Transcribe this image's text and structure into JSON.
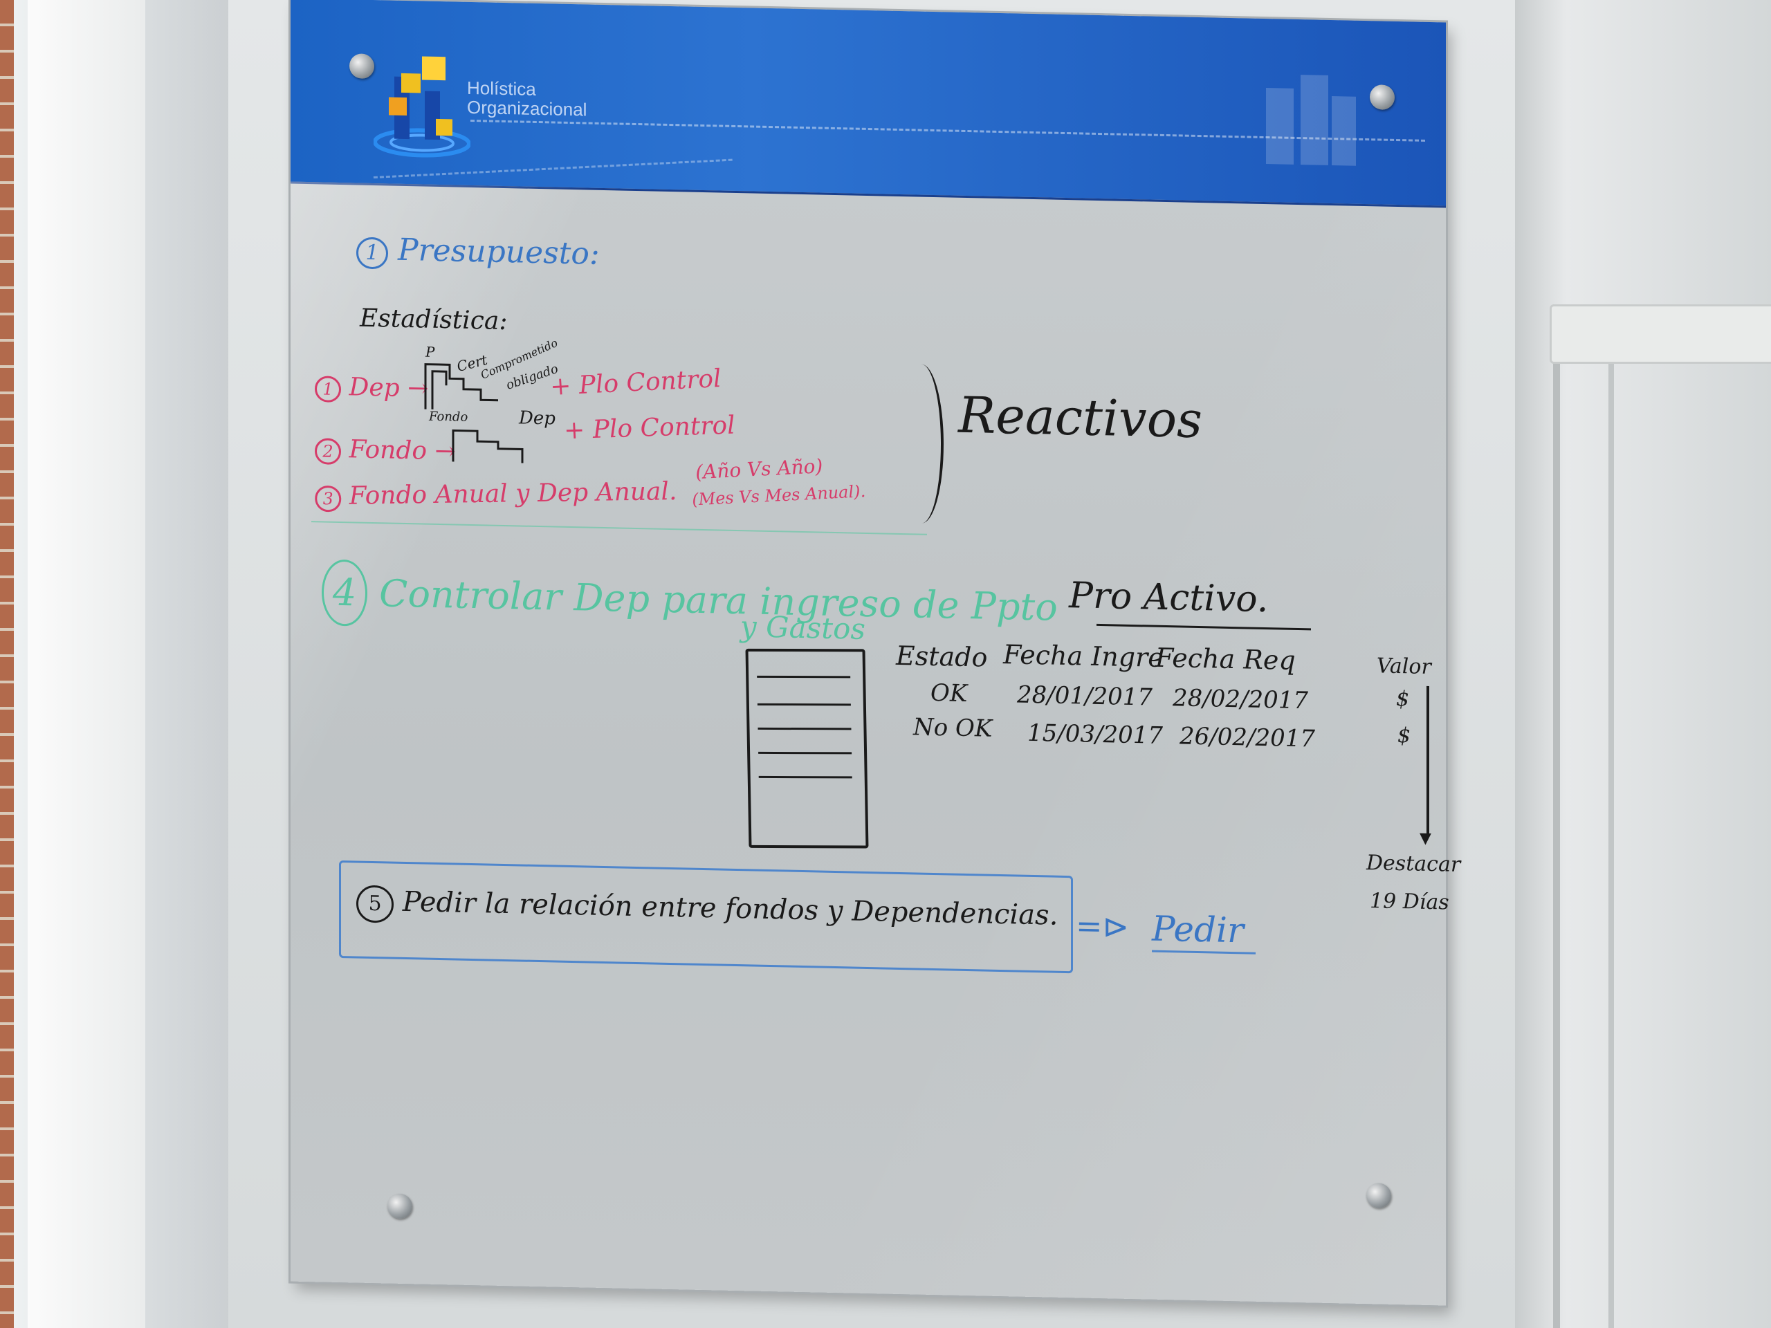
{
  "banner": {
    "logo_line1": "Holística",
    "logo_line2": "Organizacional",
    "colors": {
      "banner": "#1c63c4",
      "logo_yellow": "#f0c020",
      "logo_blue": "#2b6fd0"
    }
  },
  "section1": {
    "number": "1",
    "title": "Presupuesto:",
    "subtitle": "Estadística:",
    "items": [
      {
        "number": "1",
        "text": "Dep →",
        "extra": "+ Plo Control",
        "notes": [
          "P",
          "Cert",
          "Comprometido",
          "obligado"
        ]
      },
      {
        "number": "2",
        "text": "Fondo →",
        "extra": "+ Plo Control",
        "notes": [
          "Fondo",
          "Dep"
        ]
      },
      {
        "number": "3",
        "text": "Fondo Anual y Dep Anual.",
        "extra": "(Año Vs Año)",
        "extra2": "(Mes Vs Mes Anual)."
      }
    ],
    "bracket_label": "Reactivos"
  },
  "section4": {
    "number": "4",
    "text": "Controlar Dep para ingreso de Ppto",
    "text2": "y Gastos",
    "bracket_label": "Pro Activo.",
    "table": {
      "headers": [
        "Estado",
        "Fecha Ingre",
        "Fecha Req",
        "Valor"
      ],
      "rows": [
        [
          "OK",
          "28/01/2017",
          "28/02/2017",
          "$"
        ],
        [
          "No OK",
          "15/03/2017",
          "26/02/2017",
          "$"
        ]
      ]
    },
    "side_note": [
      "Destacar",
      "19 Días"
    ]
  },
  "section5": {
    "number": "5",
    "text": "Pedir la relación entre fondos y Dependencias.",
    "arrow": "=⊳",
    "action": "Pedir"
  },
  "marker_colors": {
    "blue": "#3a76c4",
    "pink": "#d63c6a",
    "green": "#45c49a",
    "black": "#1a1a1a"
  }
}
